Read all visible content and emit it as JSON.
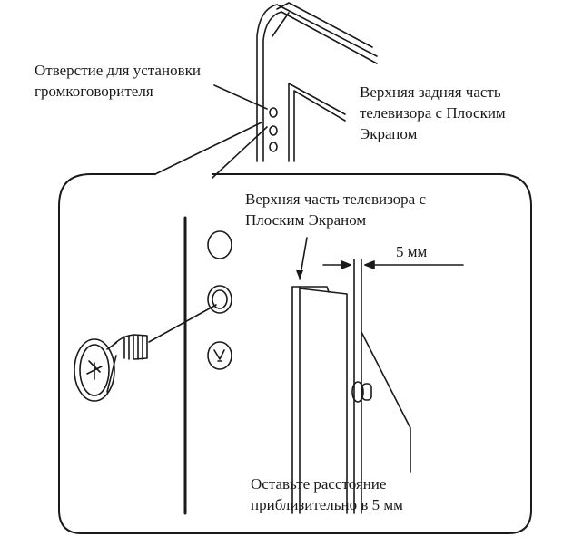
{
  "labels": {
    "speaker_hole": "Отверстие для установки\nгромкоговорителя",
    "tv_rear_top": "Верхняя задняя часть\nтелевизора с Плоским\nЭкрапом",
    "tv_top": "Верхняя часть телевизора с\nПлоским Экраном",
    "gap": "5 мм",
    "leave_gap": "Оставьте расстояние\nприблизительно в 5 мм"
  }
}
